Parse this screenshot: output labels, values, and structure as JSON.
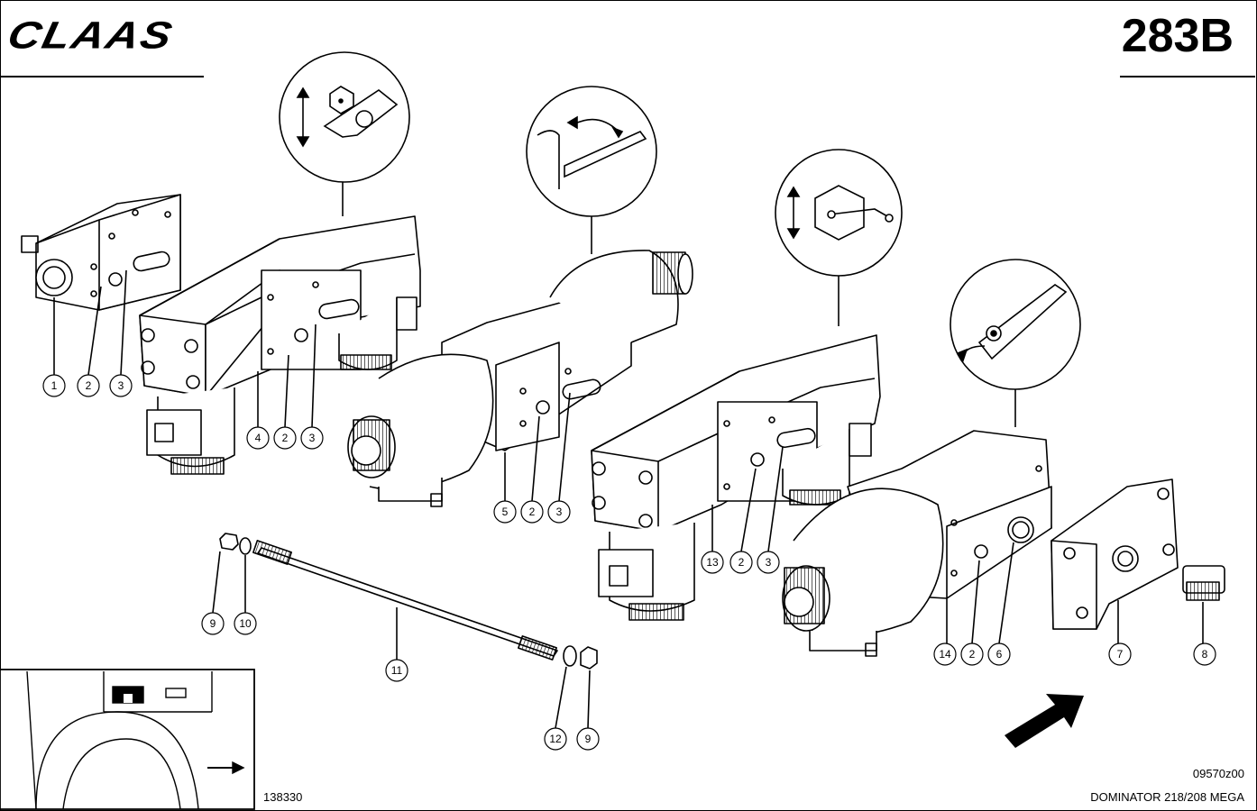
{
  "header": {
    "brand": "CLAAS",
    "page_code": "283B"
  },
  "footer": {
    "inset_ref": "138330",
    "drawing_no": "09570z00",
    "model": "DOMINATOR 218/208 MEGA"
  },
  "callouts": {
    "c1": "1",
    "c2": "2",
    "c3": "3",
    "c4": "4",
    "c4_2": "2",
    "c4_3": "3",
    "c5": "5",
    "c5_2": "2",
    "c5_3": "3",
    "c13": "13",
    "c13_2": "2",
    "c13_3": "3",
    "c14": "14",
    "c14_2": "2",
    "c6": "6",
    "c7": "7",
    "c8": "8",
    "c9a": "9",
    "c10": "10",
    "c11": "11",
    "c12": "12",
    "c9b": "9"
  },
  "icons": [
    "valve-block-icon",
    "solenoid-icon",
    "function-symbol-icon",
    "direction-arrow-icon"
  ]
}
